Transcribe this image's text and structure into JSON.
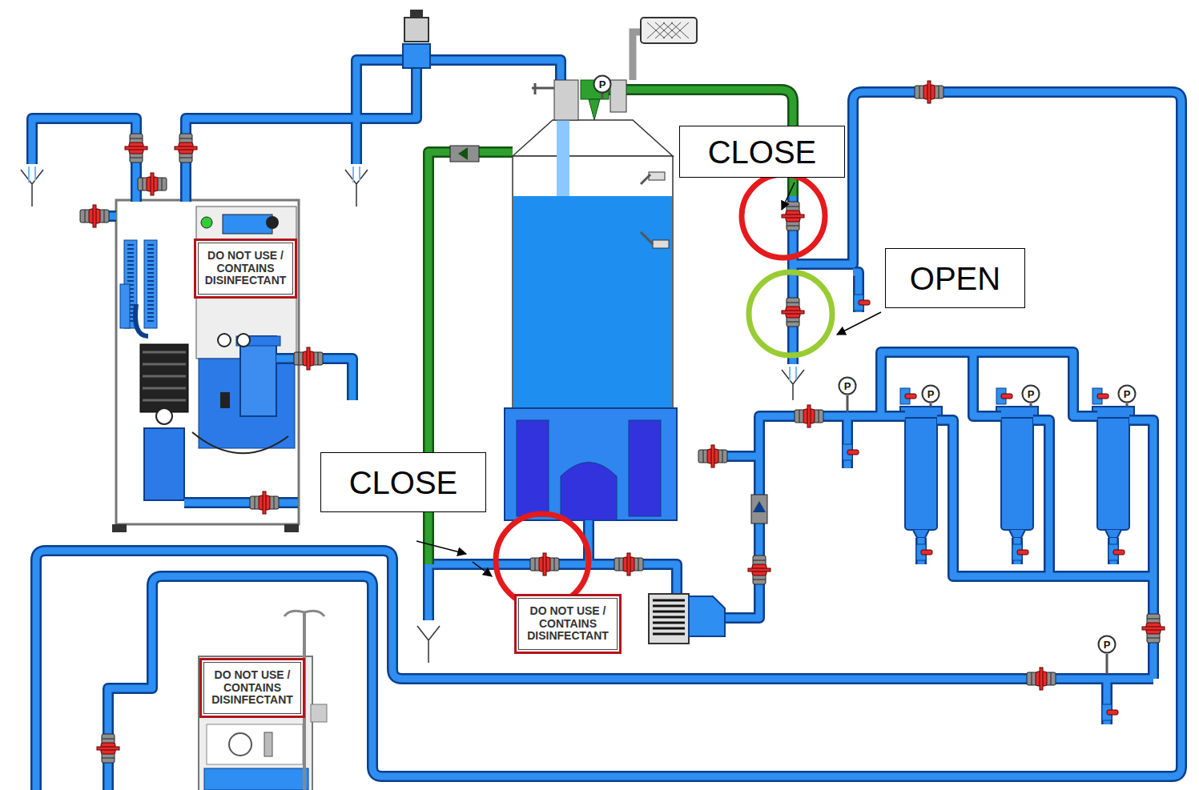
{
  "diagram": {
    "nodes": [
      {
        "text": [
          "P"
        ]
      },
      {
        "text": [
          "CLOSE"
        ]
      },
      {
        "text": [
          "DO NOT USE / CONTAINS DISINFECTANT"
        ]
      },
      {
        "text": [
          "OPEN"
        ]
      },
      {
        "text": [
          "P"
        ]
      },
      {
        "text": [
          "P"
        ]
      },
      {
        "text": [
          "P"
        ]
      },
      {
        "text": [
          "P"
        ]
      },
      {
        "text": [
          "CLOSE"
        ]
      },
      {
        "text": [
          "DO NOT USE / CONTAINS DISINFECTANT"
        ]
      },
      {
        "text": [
          "P"
        ]
      },
      {
        "text": [
          "DO NOT USE / CONTAINS DISINFECTANT"
        ]
      }
    ]
  }
}
